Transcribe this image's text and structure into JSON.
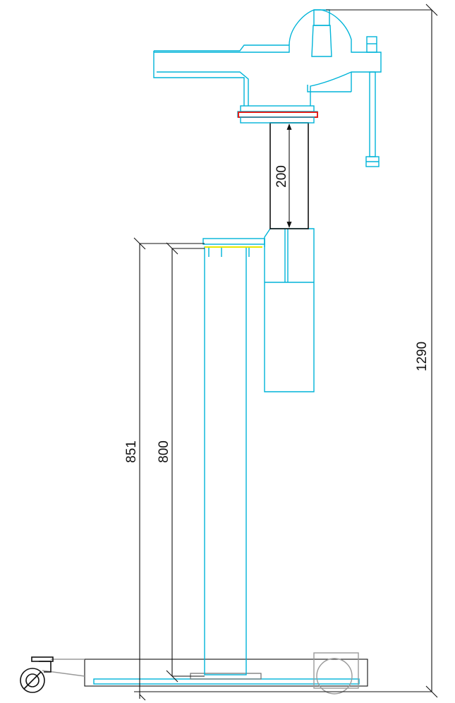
{
  "dimensions": {
    "total_height": "1290",
    "top_height": "851",
    "column_height": "800",
    "extension": "200"
  },
  "colors": {
    "structure": "#00b4d8",
    "dimension": "#111111",
    "clamp_plate": "#e0201c",
    "top_plate_mark": "#e8e800",
    "caster": "#9a9a9a"
  }
}
